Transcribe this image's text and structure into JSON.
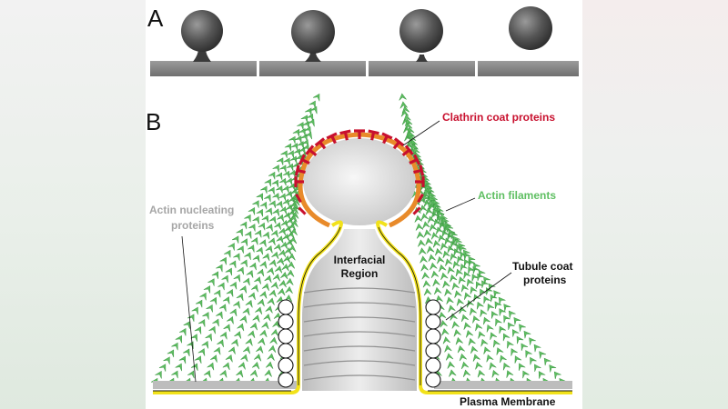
{
  "panels": {
    "a_letter": "A",
    "b_letter": "B"
  },
  "labels": {
    "clathrin": "Clathrin coat proteins",
    "actin_filaments": "Actin filaments",
    "actin_nucleating_line1": "Actin nucleating",
    "actin_nucleating_line2": "proteins",
    "interfacial_line1": "Interfacial",
    "interfacial_line2": "Region",
    "tubule_line1": "Tubule coat",
    "tubule_line2": "proteins",
    "plasma_membrane": "Plasma Membrane"
  },
  "colors": {
    "clathrin": "#c8102e",
    "actin": "#5fbf62",
    "membrane": "#f2e21a",
    "coat_orange": "#e88a2a",
    "label_gray": "#a6a6a6"
  }
}
